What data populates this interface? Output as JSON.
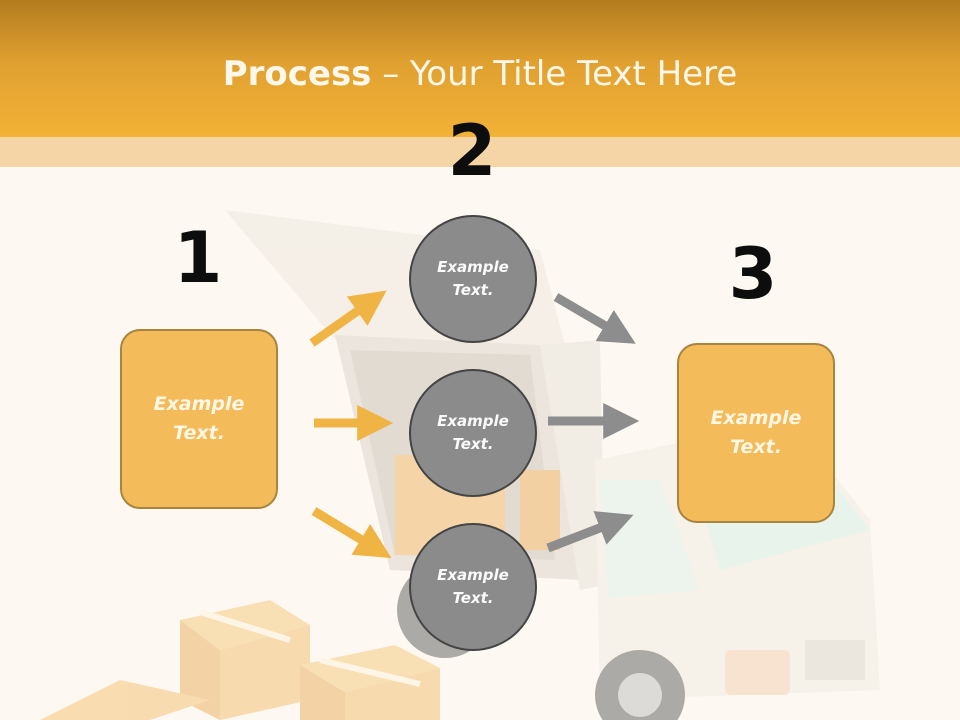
{
  "title": {
    "strong": "Process",
    "rest": " – Your Title Text Here"
  },
  "steps": [
    {
      "number": "1",
      "text": "Example Text."
    },
    {
      "number": "2",
      "items": [
        "Example Text.",
        "Example Text.",
        "Example Text."
      ]
    },
    {
      "number": "3",
      "text": "Example Text."
    }
  ],
  "colors": {
    "header": "#f2b236",
    "step_box": "#f3bb59",
    "circle": "#8b8b8b",
    "arrow_in": "#f0b445",
    "arrow_out": "#8d8d8d"
  }
}
